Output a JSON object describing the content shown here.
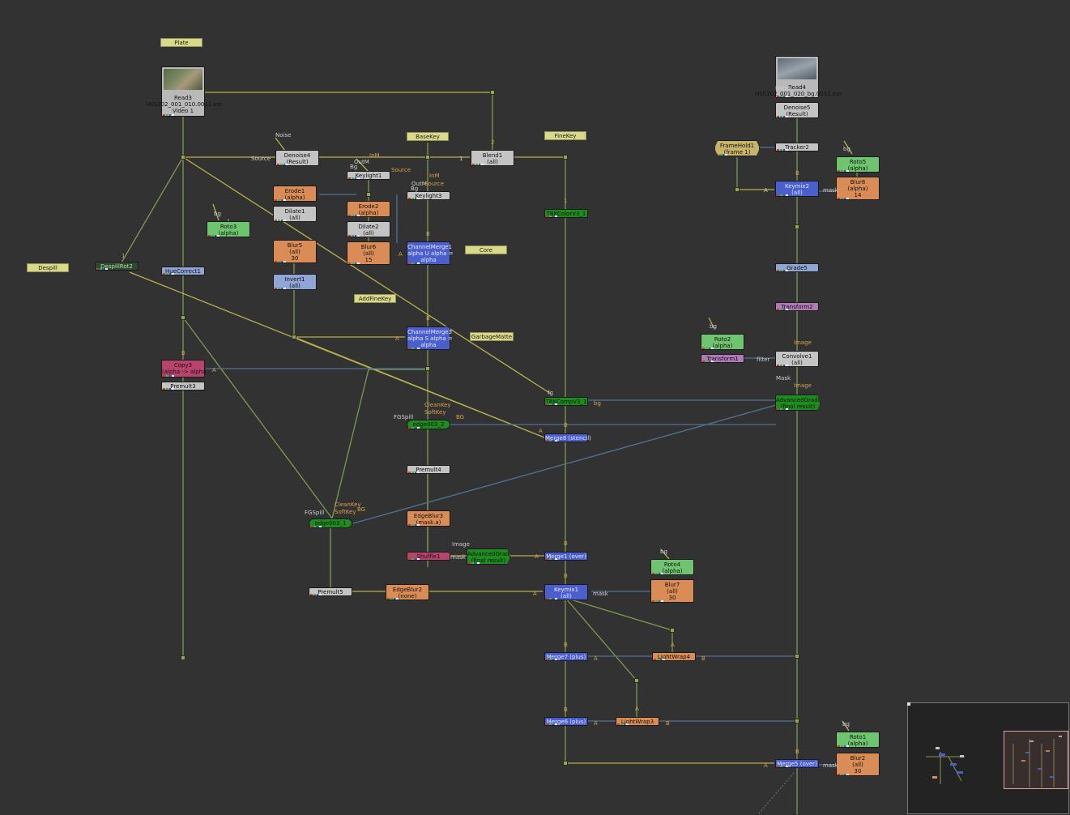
{
  "colors": {
    "background": "#323232",
    "edge_main": "#7d9a4f",
    "edge_yellow": "#b8b04a",
    "edge_blue": "#4f7394",
    "dot": "#8fa85a",
    "sticky": "#d9d98a"
  },
  "stickies": {
    "plate": "Plate",
    "basekey": "BaseKey",
    "finekey": "FineKey",
    "despill": "Despill",
    "core": "Core",
    "addfinekey": "AddFineKey",
    "garbagematte": "GarbageMatte"
  },
  "nodes": {
    "read3": {
      "l1": "Read3",
      "l2": "HSS202_001_010.0011.exr",
      "l3": "Video 1"
    },
    "read4": {
      "l1": "Read4",
      "l2": "HSS202_001_020_bg.0011.exr"
    },
    "denoise5": {
      "l1": "Denoise5",
      "l2": "(Result)"
    },
    "denoise4": {
      "l1": "Denoise4",
      "l2": "(Result)"
    },
    "blend1": {
      "l1": "Blend1",
      "l2": "(all)"
    },
    "keylight1": {
      "l1": "Keylight1"
    },
    "keylight3": {
      "l1": "Keylight3"
    },
    "erode1": {
      "l1": "Erode1",
      "l2": "(alpha)"
    },
    "dilate1": {
      "l1": "Dilate1",
      "l2": "(all)"
    },
    "blur5": {
      "l1": "Blur5",
      "l2": "(all)",
      "l3": "30"
    },
    "invert1": {
      "l1": "Invert1",
      "l2": "(all)"
    },
    "erode2": {
      "l1": "Erode2",
      "l2": "(alpha)"
    },
    "dilate2": {
      "l1": "Dilate2",
      "l2": "(all)"
    },
    "blur6": {
      "l1": "Blur6",
      "l2": "(all)",
      "l3": "15"
    },
    "channelmerge1": {
      "l1": "ChannelMerge1",
      "l2": "alpha U alpha =",
      "l3": "alpha"
    },
    "channelmerge3": {
      "l1": "ChannelMerge3",
      "l2": "alpha S alpha =",
      "l3": "alpha"
    },
    "roto3": {
      "l1": "Roto3",
      "l2": "(alpha)"
    },
    "despillrot2": {
      "l1": "DespillRot2"
    },
    "huecorrect1": {
      "l1": "HueCorrect1"
    },
    "copy3": {
      "l1": "Copy3",
      "l2": "(alpha -> alpha"
    },
    "premult3": {
      "l1": "Premult3"
    },
    "tbkcolor": {
      "l1": "TBKColorV3_1"
    },
    "tbkcomp": {
      "l1": "TBKCompV3_1"
    },
    "edge003_2": {
      "l1": "edge003_2"
    },
    "merge8": {
      "l1": "Merge8 (stencil)"
    },
    "premult4": {
      "l1": "Premult4"
    },
    "edge003_1": {
      "l1": "edge003_1"
    },
    "edgeblur3": {
      "l1": "EdgeBlur3",
      "l2": "(mask.a)"
    },
    "shuffle1": {
      "l1": "Shuffle1"
    },
    "advancedgrade_a": {
      "l1": "AdvancedGrade",
      "l2": "(final result)"
    },
    "merge1": {
      "l1": "Merge1 (over)"
    },
    "premult5": {
      "l1": "Premult5"
    },
    "edgeblur2": {
      "l1": "EdgeBlur2",
      "l2": "(none)"
    },
    "keymix1": {
      "l1": "Keymix1",
      "l2": "(all)"
    },
    "roto4": {
      "l1": "Roto4",
      "l2": "(alpha)"
    },
    "blur7": {
      "l1": "Blur7",
      "l2": "(all)",
      "l3": "30"
    },
    "merge7": {
      "l1": "Merge7 (plus)"
    },
    "lightwrap4": {
      "l1": "LightWrap4"
    },
    "merge6": {
      "l1": "Merge6 (plus)"
    },
    "lightwrap3": {
      "l1": "LightWrap3"
    },
    "merge5": {
      "l1": "Merge5 (over)"
    },
    "roto1": {
      "l1": "Roto1",
      "l2": "(alpha)"
    },
    "blur2": {
      "l1": "Blur2",
      "l2": "(all)",
      "l3": "30"
    },
    "framehold1": {
      "l1": "FrameHold1",
      "l2": "(frame 1)"
    },
    "tracker2": {
      "l1": "Tracker2"
    },
    "roto5": {
      "l1": "Roto5",
      "l2": "(alpha)"
    },
    "blur8": {
      "l1": "Blur8",
      "l2": "(alpha)",
      "l3": "14"
    },
    "keymix2": {
      "l1": "Keymix2",
      "l2": "(all)"
    },
    "grade5": {
      "l1": "Grade5"
    },
    "transform2": {
      "l1": "Transform2"
    },
    "roto2": {
      "l1": "Roto2",
      "l2": "(alpha)"
    },
    "transform1": {
      "l1": "Transform1"
    },
    "convolve1": {
      "l1": "Convolve1",
      "l2": "(all)"
    },
    "advancedgrade_b": {
      "l1": "AdvancedGrade",
      "l2": "(final result)"
    }
  },
  "edge_labels": {
    "noise_a": "Noise",
    "source_a": "Source",
    "inm_a": "InM",
    "outm_a": "OutM",
    "bg_a": "Bg",
    "source_b": "Source",
    "inm_b": "InM",
    "outm_b": "OutM",
    "source_c": "Source",
    "bg_b": "Bg",
    "a_blend": "1",
    "b_blend": "2",
    "bg_roto3": "bg",
    "one_a": "1",
    "one_b": "1",
    "b1": "B",
    "b2": "B",
    "b3": "B",
    "a1": "A",
    "a2": "A",
    "a_copy": "A",
    "b_copy": "B",
    "fg": "fg",
    "bg_tbk": "bg",
    "cleankey_a": "CleanKey",
    "softkey_a": "SoftKey",
    "fgspill_a": "FGSpill",
    "bg_c": "BG",
    "a_merge8": "A",
    "b_merge8": "B",
    "cleankey_b": "CleanKey",
    "softkey_b": "SoftKey",
    "fgspill_b": "FGSpill",
    "bg_d": "BG",
    "image_a": "Image",
    "mask_a": "mask",
    "a_merge1": "A",
    "b_merge1": "B",
    "a_keymix1": "A",
    "b_keymix1": "B",
    "mask_b": "mask",
    "bg_roto4": "bg",
    "a_merge7": "A",
    "b_merge7": "B",
    "a_lw4": "A",
    "b_lw4": "B",
    "a_merge6": "A",
    "b_merge6": "B",
    "a_lw3": "A",
    "b_lw3": "B",
    "a_merge5": "A",
    "b_merge5": "B",
    "mask_c": "mask",
    "bg_roto1": "bg",
    "noise_b": "Noise",
    "bg_roto5": "bg",
    "a_keymix2": "A",
    "b_keymix2": "B",
    "mask_d": "mask",
    "bg_roto2": "bg",
    "filter": "filter",
    "image_b": "Image",
    "mask_e": "Mask",
    "image_c": "Image"
  }
}
